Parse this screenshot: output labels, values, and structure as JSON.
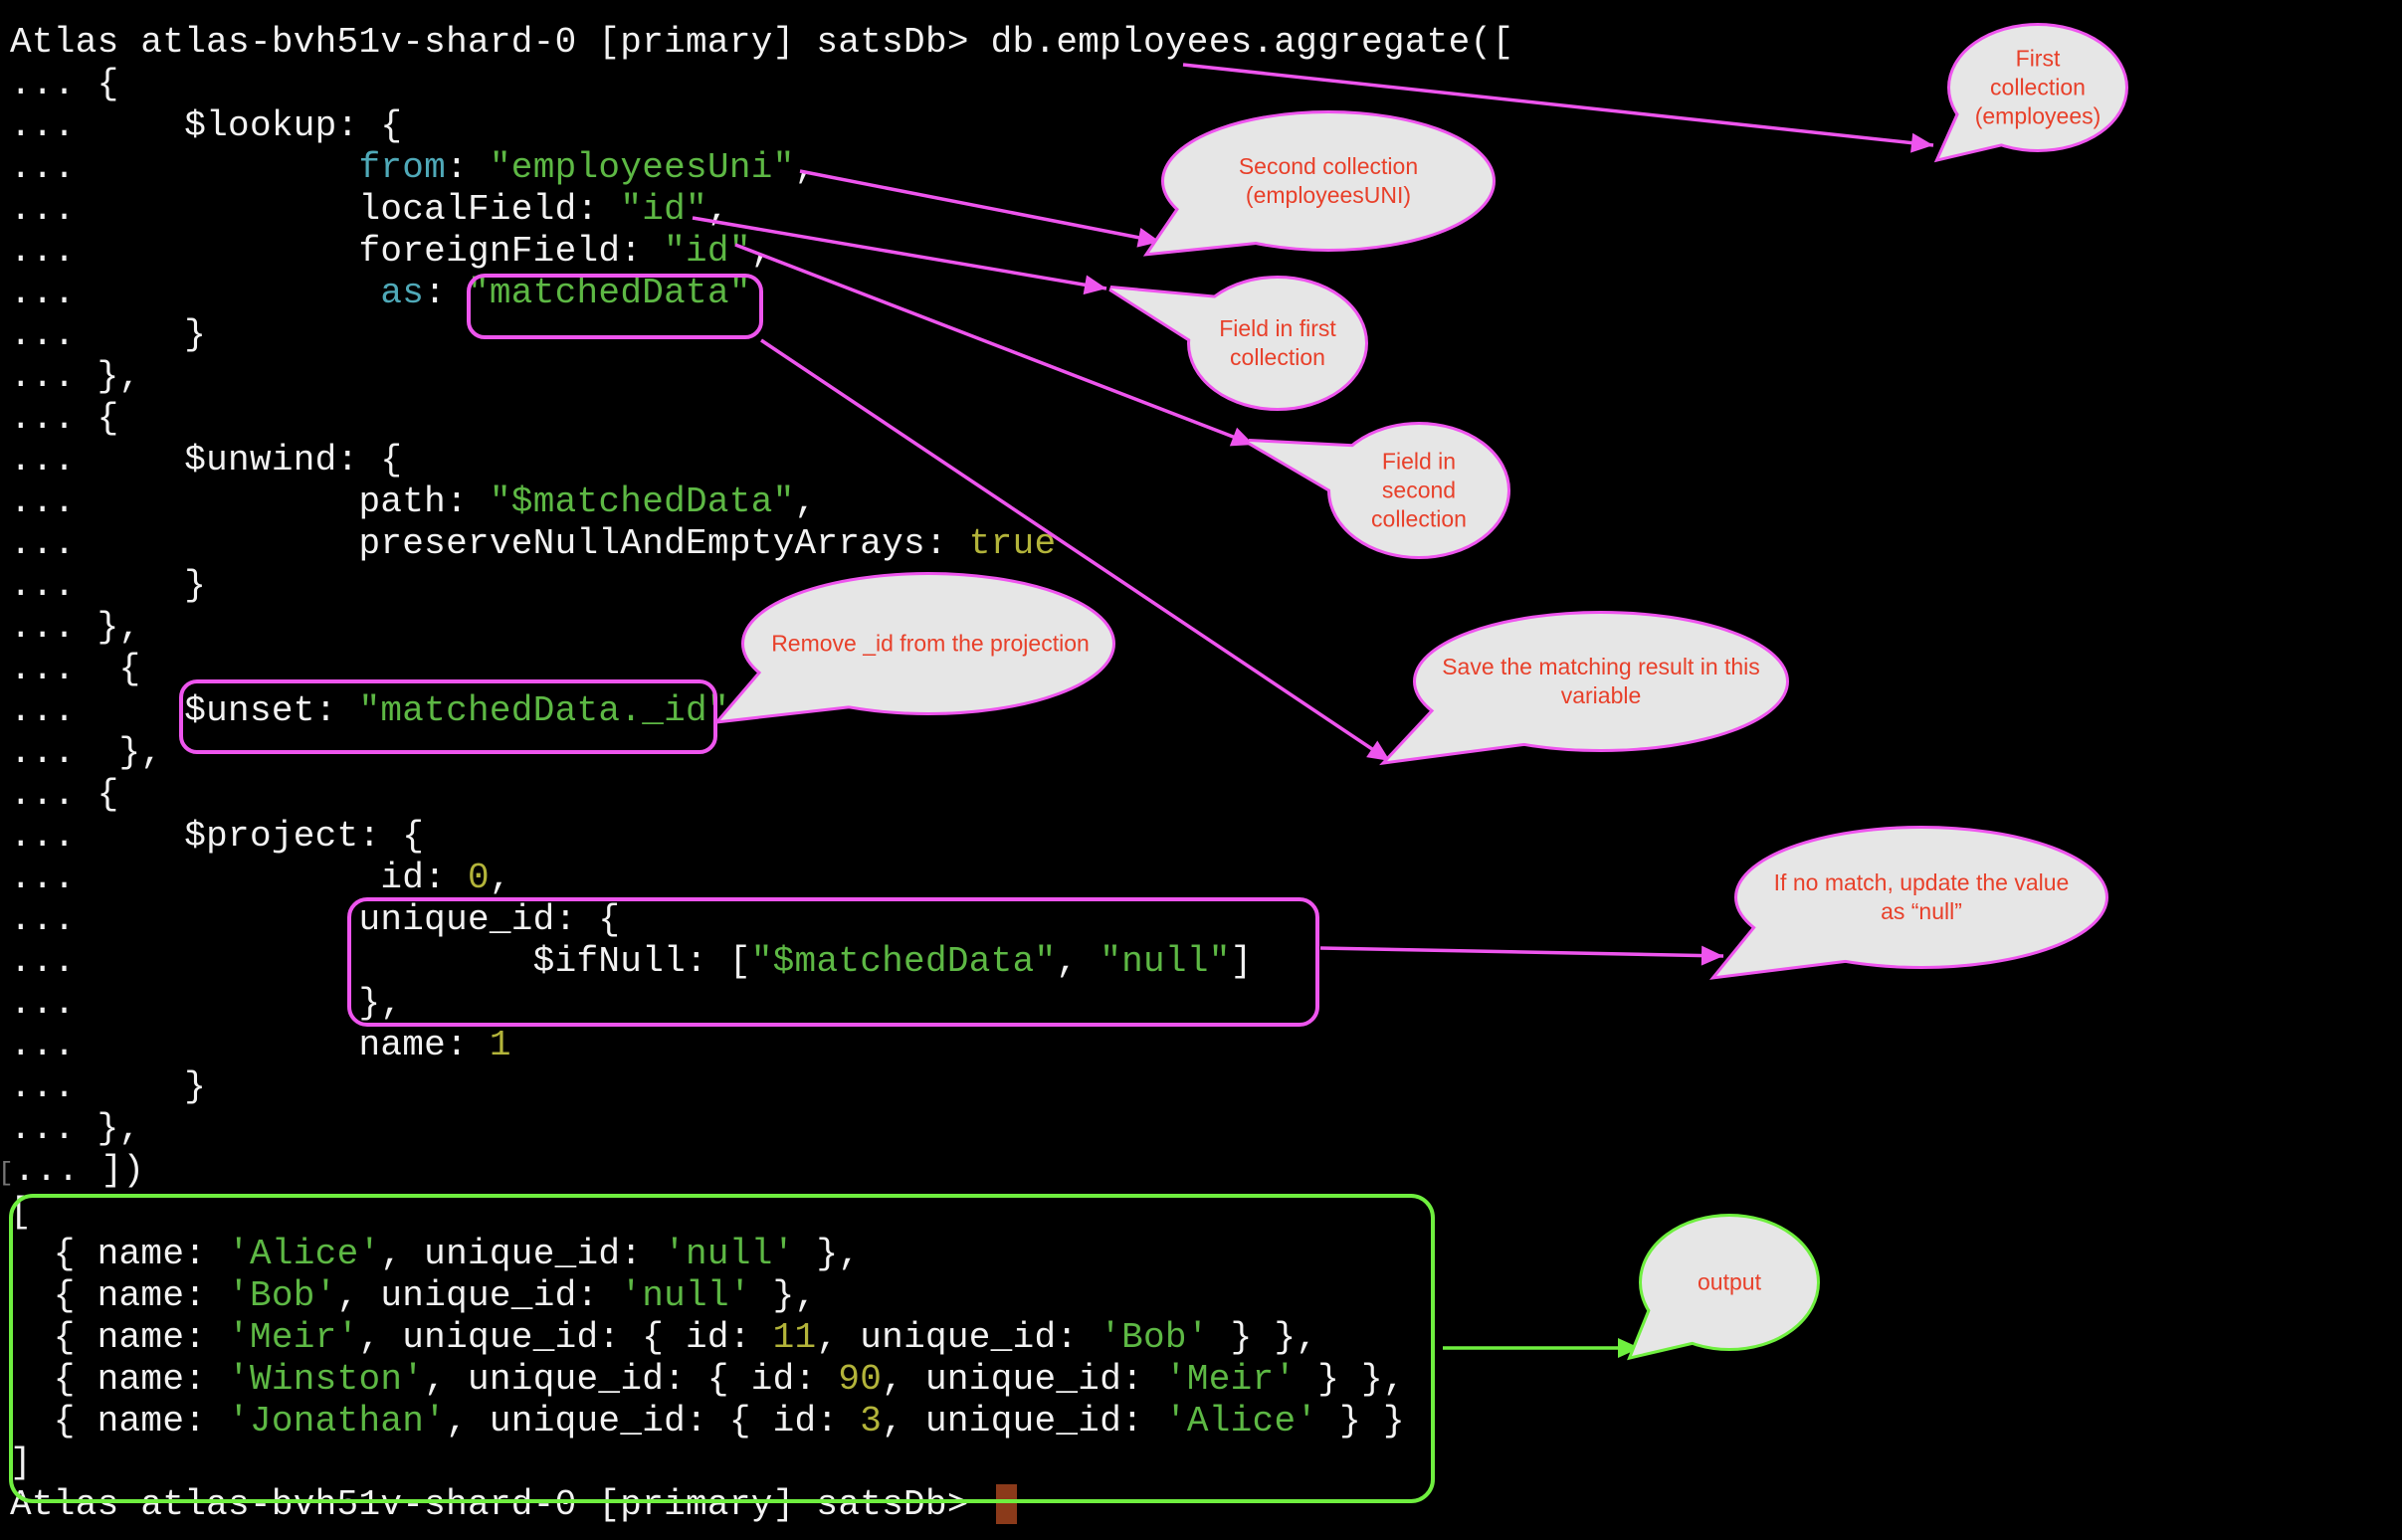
{
  "terminal": {
    "lines": [
      [
        {
          "t": "Atlas atlas-bvh51v-shard-0 [primary] satsDb> db.employees.aggregate([",
          "c": "p"
        }
      ],
      [
        {
          "t": "... {",
          "c": "p"
        }
      ],
      [
        {
          "t": "...     $lookup: {",
          "c": "p"
        }
      ],
      [
        {
          "t": "...             ",
          "c": "p"
        },
        {
          "t": "from",
          "c": "k"
        },
        {
          "t": ": ",
          "c": "p"
        },
        {
          "t": "\"employeesUni\"",
          "c": "s"
        },
        {
          "t": ",",
          "c": "p"
        }
      ],
      [
        {
          "t": "...             localField: ",
          "c": "p"
        },
        {
          "t": "\"id\"",
          "c": "s"
        },
        {
          "t": ",",
          "c": "p"
        }
      ],
      [
        {
          "t": "...             foreignField: ",
          "c": "p"
        },
        {
          "t": "\"id\"",
          "c": "s"
        },
        {
          "t": ",",
          "c": "p"
        }
      ],
      [
        {
          "t": "...              ",
          "c": "p"
        },
        {
          "t": "as",
          "c": "k"
        },
        {
          "t": ": ",
          "c": "p"
        },
        {
          "t": "\"matchedData\"",
          "c": "s"
        }
      ],
      [
        {
          "t": "...     }",
          "c": "p"
        }
      ],
      [
        {
          "t": "... },",
          "c": "p"
        }
      ],
      [
        {
          "t": "... {",
          "c": "p"
        }
      ],
      [
        {
          "t": "...     $unwind: {",
          "c": "p"
        }
      ],
      [
        {
          "t": "...             path: ",
          "c": "p"
        },
        {
          "t": "\"$matchedData\"",
          "c": "s"
        },
        {
          "t": ",",
          "c": "p"
        }
      ],
      [
        {
          "t": "...             preserveNullAndEmptyArrays: ",
          "c": "p"
        },
        {
          "t": "true",
          "c": "n"
        }
      ],
      [
        {
          "t": "...     }",
          "c": "p"
        }
      ],
      [
        {
          "t": "... },",
          "c": "p"
        }
      ],
      [
        {
          "t": "...  {",
          "c": "p"
        }
      ],
      [
        {
          "t": "...     $unset: ",
          "c": "p"
        },
        {
          "t": "\"matchedData._id\"",
          "c": "s"
        }
      ],
      [
        {
          "t": "...  },",
          "c": "p"
        }
      ],
      [
        {
          "t": "... {",
          "c": "p"
        }
      ],
      [
        {
          "t": "...     $project: {",
          "c": "p"
        }
      ],
      [
        {
          "t": "...              id: ",
          "c": "p"
        },
        {
          "t": "0",
          "c": "n"
        },
        {
          "t": ",",
          "c": "p"
        }
      ],
      [
        {
          "t": "...             unique_id: {",
          "c": "p"
        }
      ],
      [
        {
          "t": "...                     $ifNull: [",
          "c": "p"
        },
        {
          "t": "\"$matchedData\"",
          "c": "s"
        },
        {
          "t": ", ",
          "c": "p"
        },
        {
          "t": "\"null\"",
          "c": "s"
        },
        {
          "t": "]",
          "c": "p"
        }
      ],
      [
        {
          "t": "...             },",
          "c": "p"
        }
      ],
      [
        {
          "t": "...             name: ",
          "c": "p"
        },
        {
          "t": "1",
          "c": "n"
        }
      ],
      [
        {
          "t": "...     }",
          "c": "p"
        }
      ],
      [
        {
          "t": "... },",
          "c": "p"
        }
      ],
      [
        {
          "t": "[",
          "c": "dim"
        },
        {
          "t": "... ])",
          "c": "p"
        }
      ],
      [
        {
          "t": "[",
          "c": "p"
        }
      ],
      [
        {
          "t": "  { name: ",
          "c": "p"
        },
        {
          "t": "'Alice'",
          "c": "s"
        },
        {
          "t": ", unique_id: ",
          "c": "p"
        },
        {
          "t": "'null'",
          "c": "s"
        },
        {
          "t": " },",
          "c": "p"
        }
      ],
      [
        {
          "t": "  { name: ",
          "c": "p"
        },
        {
          "t": "'Bob'",
          "c": "s"
        },
        {
          "t": ", unique_id: ",
          "c": "p"
        },
        {
          "t": "'null'",
          "c": "s"
        },
        {
          "t": " },",
          "c": "p"
        }
      ],
      [
        {
          "t": "  { name: ",
          "c": "p"
        },
        {
          "t": "'Meir'",
          "c": "s"
        },
        {
          "t": ", unique_id: { id: ",
          "c": "p"
        },
        {
          "t": "11",
          "c": "n"
        },
        {
          "t": ", unique_id: ",
          "c": "p"
        },
        {
          "t": "'Bob'",
          "c": "s"
        },
        {
          "t": " } },",
          "c": "p"
        }
      ],
      [
        {
          "t": "  { name: ",
          "c": "p"
        },
        {
          "t": "'Winston'",
          "c": "s"
        },
        {
          "t": ", unique_id: { id: ",
          "c": "p"
        },
        {
          "t": "90",
          "c": "n"
        },
        {
          "t": ", unique_id: ",
          "c": "p"
        },
        {
          "t": "'Meir'",
          "c": "s"
        },
        {
          "t": " } },",
          "c": "p"
        }
      ],
      [
        {
          "t": "  { name: ",
          "c": "p"
        },
        {
          "t": "'Jonathan'",
          "c": "s"
        },
        {
          "t": ", unique_id: { id: ",
          "c": "p"
        },
        {
          "t": "3",
          "c": "n"
        },
        {
          "t": ", unique_id: ",
          "c": "p"
        },
        {
          "t": "'Alice'",
          "c": "s"
        },
        {
          "t": " } }",
          "c": "p"
        }
      ],
      [
        {
          "t": "]",
          "c": "p"
        }
      ],
      [
        {
          "t": "Atlas atlas-bvh51v-shard-0 [primary] satsDb> ",
          "c": "p"
        }
      ]
    ]
  },
  "callouts": {
    "first_collection": "First collection (employees)",
    "second_collection": "Second collection (employeesUNI)",
    "field_first": "Field in first collection",
    "field_second": "Field in second collection",
    "save_variable": "Save the matching result in this variable",
    "remove_id": "Remove _id from the projection",
    "if_no_match": "If no match, update the value as “null”",
    "output": "output"
  },
  "colors": {
    "annotation_magenta": "#ee55ee",
    "annotation_green": "#6fef3f",
    "bubble_fill": "#e6e6e6",
    "callout_text": "#e8402a",
    "string": "#5db844",
    "key": "#4fa9b8",
    "number": "#b3b43a",
    "cursor": "#8b3a1a"
  }
}
